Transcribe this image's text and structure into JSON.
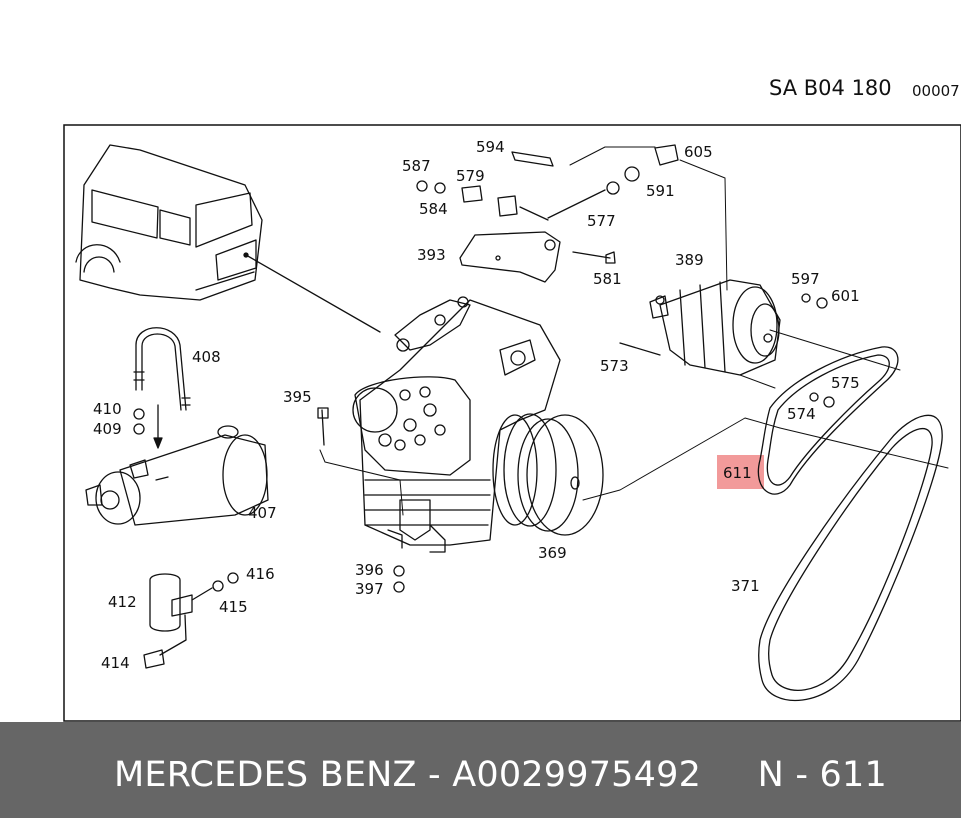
{
  "header": {
    "code": "SA B04 180",
    "sheet": "00007"
  },
  "highlight": {
    "part": "611",
    "color": "#f29a9a"
  },
  "footer": {
    "text": "MERCEDES BENZ - A0029975492     N - 611",
    "background": "#666666"
  },
  "parts": [
    {
      "id": "p594",
      "label": "594"
    },
    {
      "id": "p605",
      "label": "605"
    },
    {
      "id": "p587",
      "label": "587"
    },
    {
      "id": "p579",
      "label": "579"
    },
    {
      "id": "p591",
      "label": "591"
    },
    {
      "id": "p584",
      "label": "584"
    },
    {
      "id": "p577",
      "label": "577"
    },
    {
      "id": "p393",
      "label": "393"
    },
    {
      "id": "p581",
      "label": "581"
    },
    {
      "id": "p389",
      "label": "389"
    },
    {
      "id": "p597",
      "label": "597"
    },
    {
      "id": "p601",
      "label": "601"
    },
    {
      "id": "p408",
      "label": "408"
    },
    {
      "id": "p573",
      "label": "573"
    },
    {
      "id": "p575",
      "label": "575"
    },
    {
      "id": "p395",
      "label": "395"
    },
    {
      "id": "p574",
      "label": "574"
    },
    {
      "id": "p410",
      "label": "410"
    },
    {
      "id": "p409",
      "label": "409"
    },
    {
      "id": "p611",
      "label": "611"
    },
    {
      "id": "p407",
      "label": "407"
    },
    {
      "id": "p369",
      "label": "369"
    },
    {
      "id": "p396",
      "label": "396"
    },
    {
      "id": "p416",
      "label": "416"
    },
    {
      "id": "p397",
      "label": "397"
    },
    {
      "id": "p371",
      "label": "371"
    },
    {
      "id": "p412",
      "label": "412"
    },
    {
      "id": "p415",
      "label": "415"
    },
    {
      "id": "p414",
      "label": "414"
    }
  ]
}
